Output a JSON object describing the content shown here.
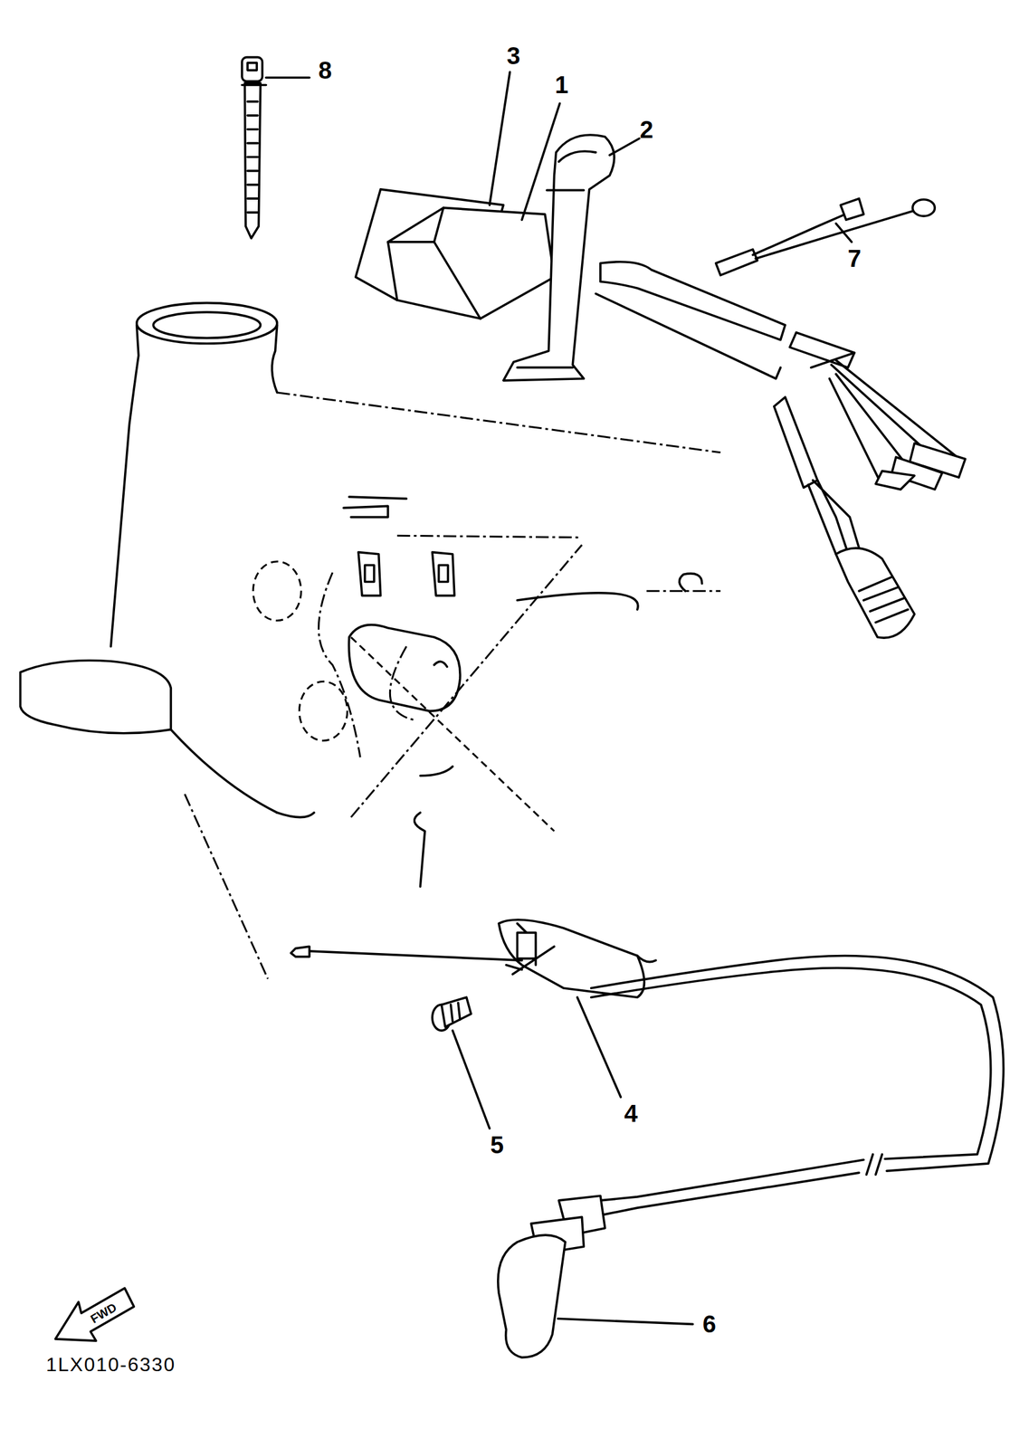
{
  "diagram": {
    "labels": [
      "8",
      "3",
      "1",
      "2",
      "7",
      "4",
      "5",
      "6",
      "FWD",
      "1LX010-6330"
    ]
  }
}
